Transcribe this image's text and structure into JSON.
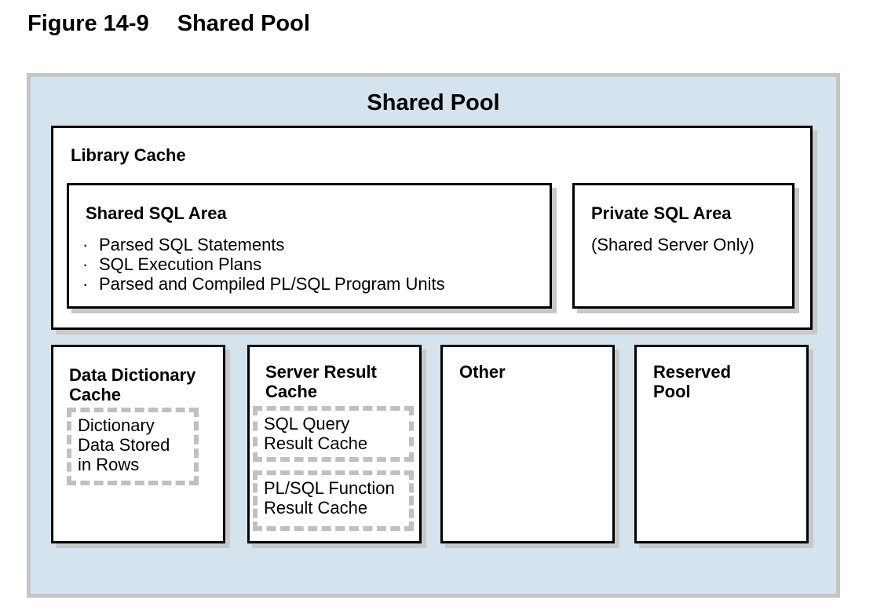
{
  "figure": {
    "number": "Figure 14-9",
    "title": "Shared Pool"
  },
  "pool": {
    "title": "Shared Pool",
    "library_cache": {
      "title": "Library Cache",
      "shared_sql_area": {
        "title": "Shared SQL Area",
        "bullet_glyph": "·",
        "items": [
          "Parsed SQL Statements",
          "SQL Execution Plans",
          "Parsed and Compiled PL/SQL Program Units"
        ]
      },
      "private_sql_area": {
        "title": "Private SQL Area",
        "note": "(Shared Server Only)"
      }
    },
    "data_dictionary_cache": {
      "title_lines": [
        "Data Dictionary",
        "Cache"
      ],
      "inner_lines": [
        "Dictionary",
        "Data Stored",
        "in Rows"
      ]
    },
    "server_result_cache": {
      "title_lines": [
        "Server Result",
        "Cache"
      ],
      "sql_query_lines": [
        "SQL Query",
        "Result Cache"
      ],
      "plsql_function_lines": [
        "PL/SQL Function",
        "Result Cache"
      ]
    },
    "other": {
      "title": "Other"
    },
    "reserved_pool": {
      "title_lines": [
        "Reserved",
        "Pool"
      ]
    }
  },
  "colors": {
    "pool_background": "#d4e3ed",
    "pool_border": "#c5c5c5",
    "box_border": "#000000",
    "box_shadow": "#c8c8c8",
    "dashed_border": "#c0c0c0"
  }
}
